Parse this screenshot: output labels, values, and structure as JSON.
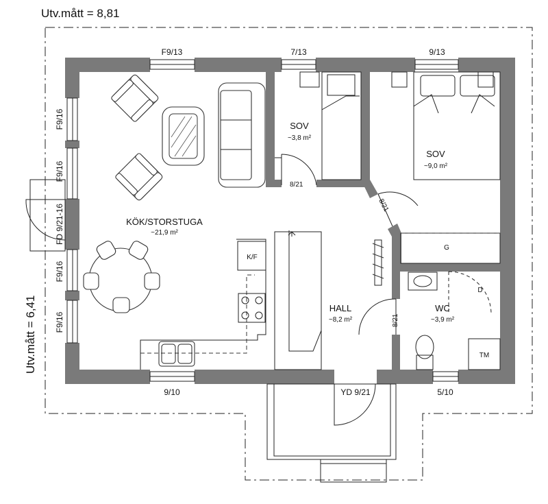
{
  "dimensions": {
    "width_label": "Utv.mått = 8,81",
    "depth_label": "Utv.mått = 6,41"
  },
  "rooms": {
    "kok": {
      "name": "KÖK/STORSTUGA",
      "area": "~21,9 m²"
    },
    "sov_small": {
      "name": "SOV",
      "area": "~3,8 m²"
    },
    "sov_large": {
      "name": "SOV",
      "area": "~9,0 m²"
    },
    "hall": {
      "name": "HALL",
      "area": "~8,2 m²"
    },
    "wc": {
      "name": "WC",
      "area": "~3,9 m²"
    }
  },
  "windows": {
    "top_left": "F9/13",
    "top_mid": "7/13",
    "top_right": "9/13",
    "left_1": "F9/16",
    "left_2": "F9/16",
    "left_door": "FD 9/21-16",
    "left_3": "F9/16",
    "left_4": "F9/16",
    "bottom_left": "9/10",
    "bottom_right": "5/10"
  },
  "doors": {
    "sov_small": "8/21",
    "sov_large": "8/21",
    "wc": "8/21",
    "entry": "YD 9/21"
  },
  "fixtures": {
    "kf": "K/F",
    "g": "G",
    "d": "D",
    "tm": "TM"
  }
}
